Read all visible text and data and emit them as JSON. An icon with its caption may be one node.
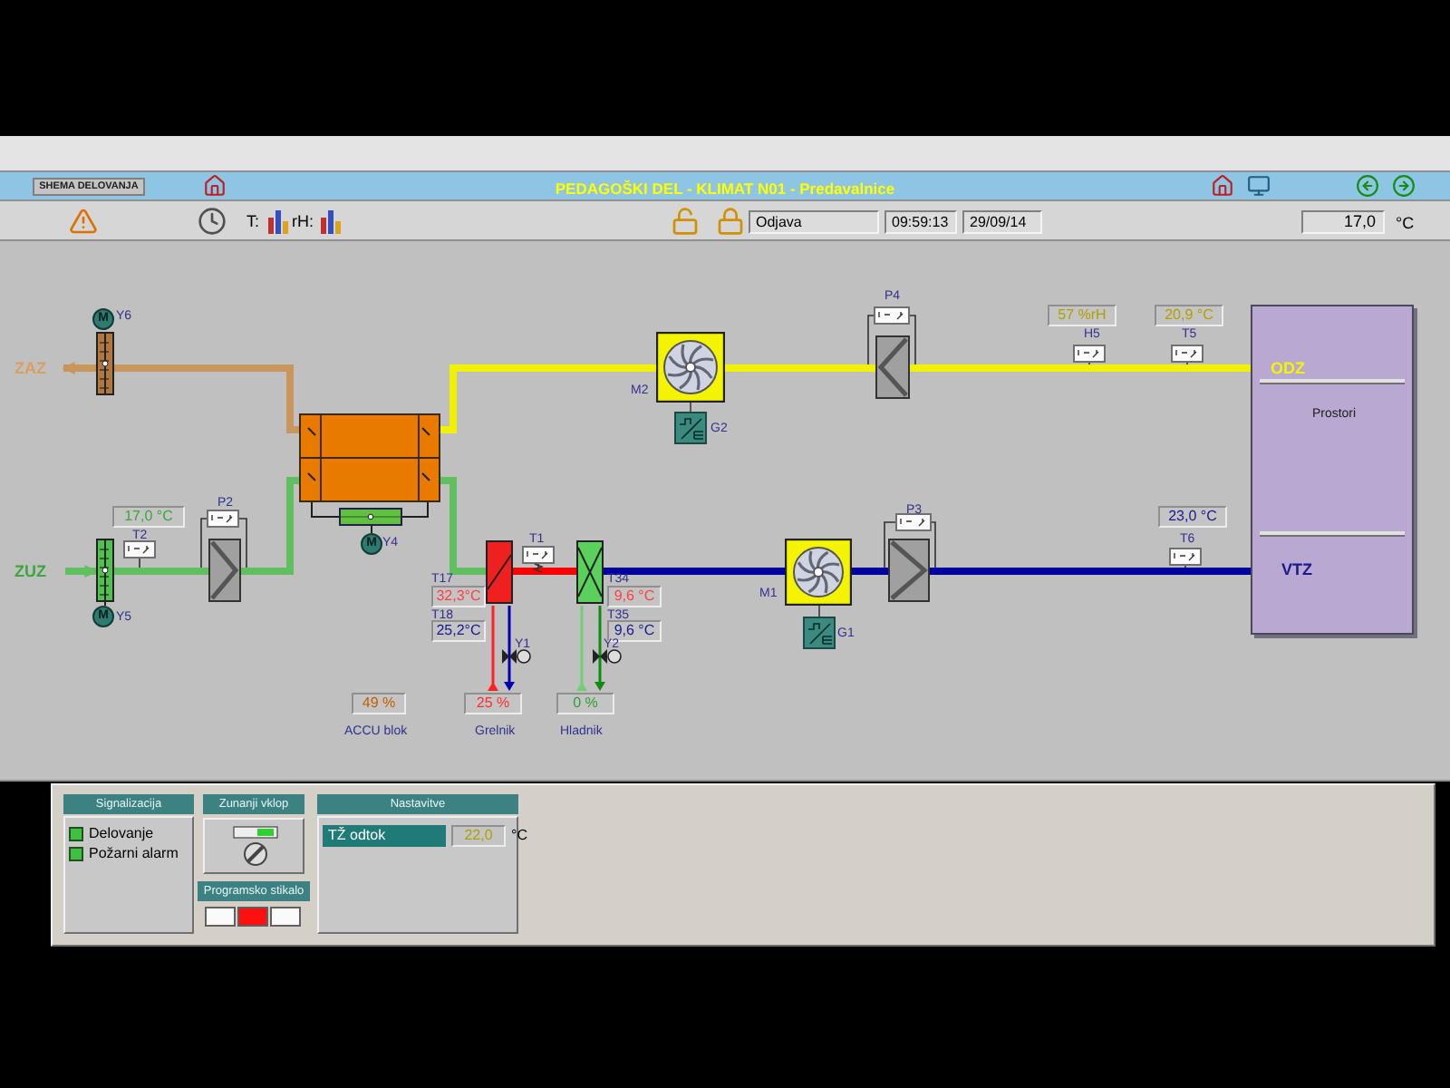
{
  "diagram": {
    "title": "PEDAGOŠKI DEL - KLIMAT N01 - Predavalnice",
    "nodes": [
      {
        "text": [
          "ZAZ"
        ]
      },
      {
        "text": [],
        "shape": "box"
      },
      {
        "text": [],
        "shape": "box"
      },
      {
        "text": [],
        "shape": "box",
        "beside": [
          "M2"
        ]
      },
      {
        "text": [],
        "shape": "box"
      },
      {
        "text": [
          "ODZ",
          "Prostori",
          "VTZ"
        ]
      },
      {
        "text": [
          "ZUZ"
        ]
      },
      {
        "text": [],
        "shape": "box"
      },
      {
        "text": [],
        "shape": "box"
      },
      {
        "text": [],
        "shape": "box"
      },
      {
        "text": [],
        "shape": "box"
      },
      {
        "text": [],
        "shape": "box",
        "beside": [
          "M1"
        ]
      },
      {
        "text": [],
        "shape": "box"
      },
      {
        "text": [],
        "shape": "box"
      }
    ],
    "edges": [
      {
        "from": 2,
        "to": 1,
        "arrow": "none",
        "color": "#c8955a"
      },
      {
        "from": 1,
        "to": 0,
        "arrow": "to",
        "color": "#c8955a"
      },
      {
        "from": 3,
        "to": 2,
        "arrow": "none",
        "color": "#f0f000"
      },
      {
        "from": 4,
        "to": 3,
        "arrow": "none",
        "color": "#f0f000"
      },
      {
        "from": 5,
        "to": 4,
        "arrow": "none",
        "color": "#f0f000"
      },
      {
        "from": 6,
        "to": 7,
        "arrow": "to",
        "color": "#60c060"
      },
      {
        "from": 7,
        "to": 8,
        "arrow": "none",
        "color": "#60c060"
      },
      {
        "from": 8,
        "to": 2,
        "arrow": "none",
        "color": "#60c060"
      },
      {
        "from": 2,
        "to": 9,
        "arrow": "none",
        "color": "#60c060"
      },
      {
        "from": 9,
        "to": 10,
        "arrow": "none",
        "color": "#ff0000"
      },
      {
        "from": 10,
        "to": 11,
        "arrow": "none",
        "color": "#0000a0"
      },
      {
        "from": 11,
        "to": 12,
        "arrow": "none",
        "color": "#0000a0"
      },
      {
        "from": 12,
        "to": 5,
        "arrow": "none",
        "color": "#0000a0"
      },
      {
        "from": 2,
        "to": 13,
        "arrow": "none",
        "color": "#202020"
      },
      {
        "from": 2,
        "to": 13,
        "arrow": "none",
        "color": "#202020"
      }
    ],
    "labels": [
      "SHEMA DELOVANJA",
      "T:",
      "rH:",
      "Odjava",
      "09:59:13",
      "29/09/14",
      "17,0",
      "°C",
      "Y6",
      "G2",
      "P4",
      "57 %rH",
      "20,9 °C",
      "H5",
      "T5",
      "17,0 °C",
      "P2",
      "T2",
      "Y5",
      "Y4",
      "T1",
      "T17",
      "32,3°C",
      "T18",
      "25,2°C",
      "T34",
      "9,6 °C",
      "T35",
      "9,6 °C",
      "Y1",
      "Y2",
      "G1",
      "P3",
      "23,0 °C",
      "T6",
      "49 %",
      "ACCU blok",
      "25 %",
      "Grelnik",
      "0 %",
      "Hladnik",
      "Signalizacija",
      "Zunanji vklop",
      "Nastavitve",
      "Delovanje",
      "Požarni alarm",
      "Programsko stikalo",
      "TŽ odtok",
      "22,0",
      "°C",
      "M",
      "M",
      "M"
    ]
  }
}
